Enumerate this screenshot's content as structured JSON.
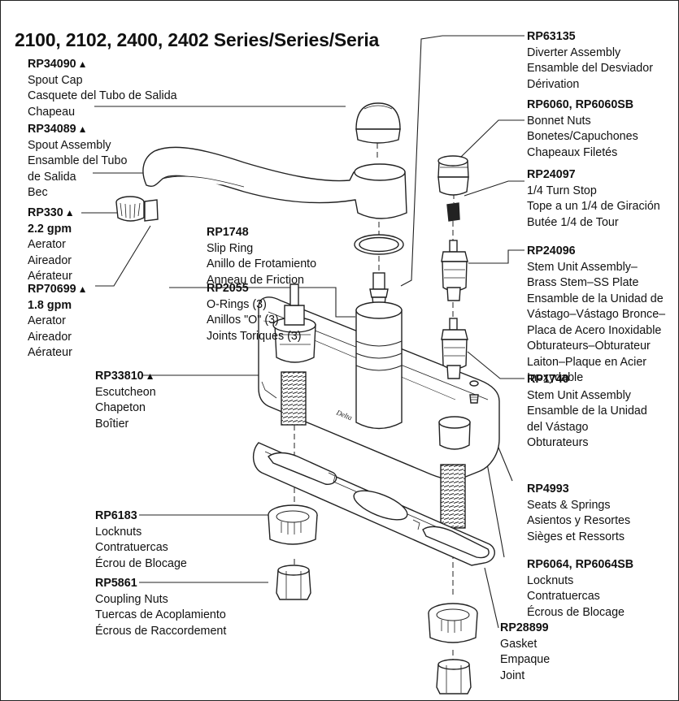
{
  "title": "2100, 2102, 2400, 2402 Series/Series/Seria",
  "parts": [
    {
      "id": "rp34090",
      "code": "RP34090",
      "marker": "▲",
      "lines": [
        "Spout Cap",
        "Casquete del Tubo de Salida",
        "Chapeau"
      ]
    },
    {
      "id": "rp34089",
      "code": "RP34089",
      "marker": "▲",
      "lines": [
        "Spout Assembly",
        "Ensamble del Tubo",
        "de Salida",
        "Bec"
      ]
    },
    {
      "id": "rp330",
      "code": "RP330",
      "marker": "▲",
      "lines": [
        "2.2 gpm",
        "Aerator",
        "Aireador",
        "Aérateur"
      ]
    },
    {
      "id": "rp70699",
      "code": "RP70699",
      "marker": "▲",
      "lines": [
        "1.8 gpm",
        "Aerator",
        "Aireador",
        "Aérateur"
      ]
    },
    {
      "id": "rp1748",
      "code": "RP1748",
      "marker": "",
      "lines": [
        "Slip Ring",
        "Anillo de Frotamiento",
        "Anneau de Friction"
      ]
    },
    {
      "id": "rp2055",
      "code": "RP2055",
      "marker": "",
      "lines": [
        "O-Rings (3)",
        "Anillos \"O\" (3)",
        "Joints Toriques (3)"
      ]
    },
    {
      "id": "rp33810",
      "code": "RP33810",
      "marker": "▲",
      "lines": [
        "Escutcheon",
        "Chapeton",
        "Boîtier"
      ]
    },
    {
      "id": "rp6183",
      "code": "RP6183",
      "marker": "",
      "lines": [
        "Locknuts",
        "Contratuercas",
        "Écrou de Blocage"
      ]
    },
    {
      "id": "rp5861",
      "code": "RP5861",
      "marker": "",
      "lines": [
        "Coupling Nuts",
        "Tuercas de Acoplamiento",
        "Écrous de Raccordement"
      ]
    },
    {
      "id": "rp63135",
      "code": "RP63135",
      "marker": "",
      "lines": [
        "Diverter Assembly",
        "Ensamble del Desviador",
        "Dérivation"
      ]
    },
    {
      "id": "rp6060",
      "code": "RP6060, RP6060SB",
      "marker": "",
      "lines": [
        "Bonnet Nuts",
        "Bonetes/Capuchones",
        "Chapeaux Filetés"
      ]
    },
    {
      "id": "rp24097",
      "code": "RP24097",
      "marker": "",
      "lines": [
        "1/4 Turn Stop",
        "Tope a un 1/4 de Giración",
        "Butée 1/4 de Tour"
      ]
    },
    {
      "id": "rp24096",
      "code": "RP24096",
      "marker": "",
      "lines": [
        "Stem Unit Assembly–",
        "Brass Stem–SS Plate",
        "Ensamble de la Unidad de",
        "Vástago–Vástago Bronce–",
        "Placa de Acero Inoxidable",
        "Obturateurs–Obturateur",
        "Laiton–Plaque en Acier",
        "Inoxydable"
      ]
    },
    {
      "id": "rp1740",
      "code": "RP1740",
      "marker": "",
      "lines": [
        "Stem Unit Assembly",
        "Ensamble de la Unidad",
        "del Vástago",
        "Obturateurs"
      ]
    },
    {
      "id": "rp4993",
      "code": "RP4993",
      "marker": "",
      "lines": [
        "Seats & Springs",
        "Asientos y Resortes",
        "Sièges et Ressorts"
      ]
    },
    {
      "id": "rp6064",
      "code": "RP6064, RP6064SB",
      "marker": "",
      "lines": [
        "Locknuts",
        "Contratuercas",
        "Écrous de Blocage"
      ]
    },
    {
      "id": "rp28899",
      "code": "RP28899",
      "marker": "",
      "lines": [
        "Gasket",
        "Empaque",
        "Joint"
      ]
    }
  ],
  "escutcheon_mark": "Delta"
}
